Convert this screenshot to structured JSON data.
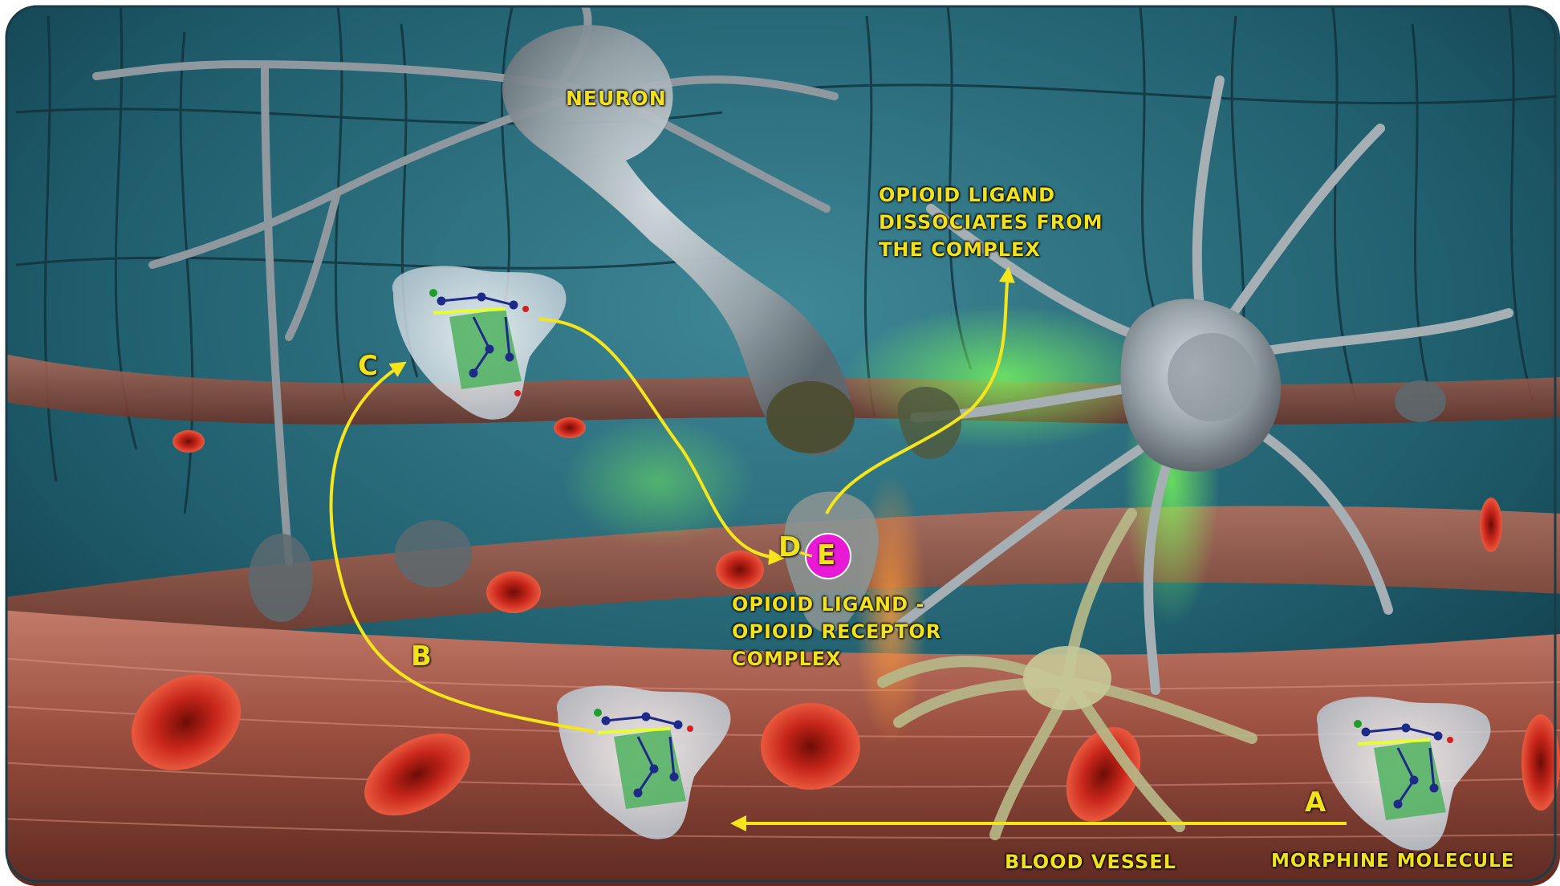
{
  "labels": {
    "neuron": "NEURON",
    "dissociates_line1": "OPIOID LIGAND",
    "dissociates_line2": "DISSOCIATES FROM",
    "dissociates_line3": "THE COMPLEX",
    "complex_line1": "OPIOID LIGAND -",
    "complex_line2": "OPIOID RECEPTOR",
    "complex_line3": "COMPLEX",
    "blood_vessel": "BLOOD VESSEL",
    "morphine_molecule": "MORPHINE MOLECULE"
  },
  "steps": {
    "a": "A",
    "b": "B",
    "c": "C",
    "d": "D",
    "e": "E"
  },
  "colors": {
    "background": "#1f5d6c",
    "arrow": "#f5e51a",
    "vessel": "#9a4e3e",
    "neuron": "#9aa3a8",
    "cell": "#b31e12",
    "e_marker": "#e81ad6",
    "molecule_sheet": "#4fb15e"
  }
}
